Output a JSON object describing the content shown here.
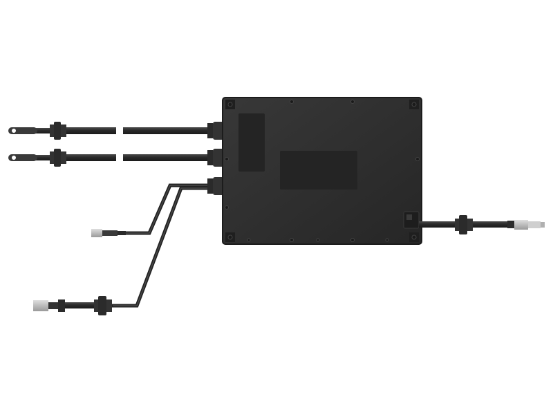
{
  "scene": {
    "subject": "junction-box-with-cables",
    "colors": {
      "background": "#ffffff",
      "housing": "#2e2e2e",
      "housing_edge": "#1c1c1c",
      "panel": "#242424",
      "cable": "#2a2a2a",
      "cable_highlight": "#4a4a4a",
      "connector_light": "#bdbdbd",
      "connector_dark": "#8a8a8a"
    },
    "icons": {
      "housing": "box-housing",
      "gland": "cable-gland",
      "ring_terminal": "ring-terminal",
      "plug": "multi-pin-plug"
    }
  }
}
